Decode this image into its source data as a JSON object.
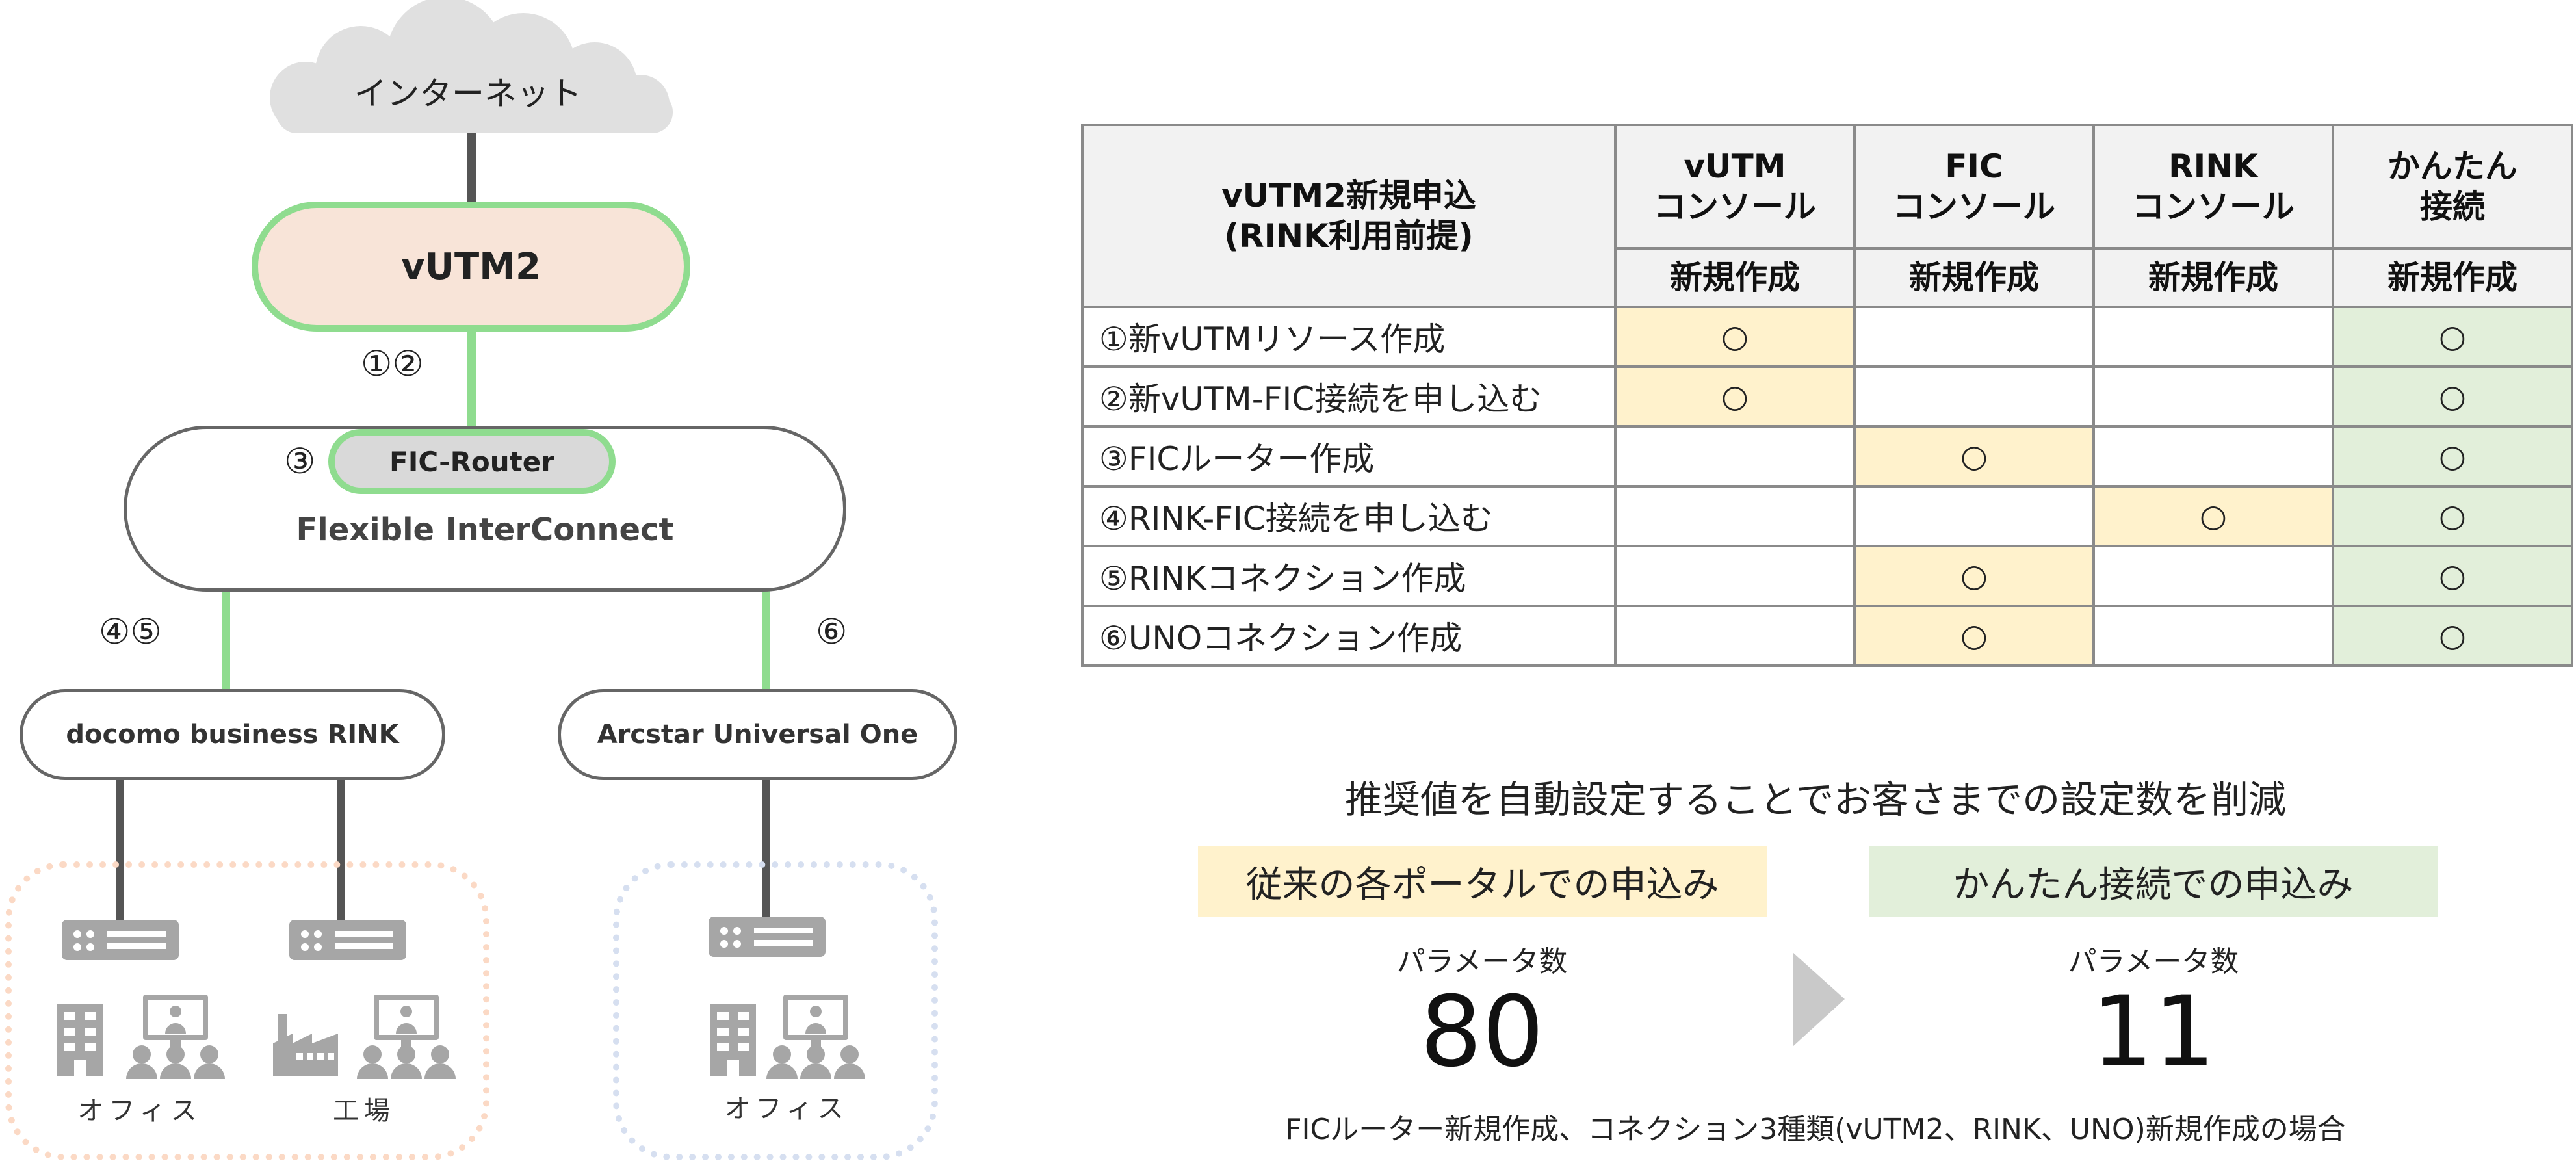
{
  "diagram": {
    "internet_label": "インターネット",
    "vutm2_label": "vUTM2",
    "fic_router_label": "FIC-Router",
    "fic_label": "Flexible InterConnect",
    "rink_label": "docomo business RINK",
    "uno_label": "Arcstar Universal One",
    "steps": {
      "vutm": "①②",
      "router": "③",
      "rink": "④⑤",
      "uno": "⑥"
    },
    "sites": {
      "office_left": "オフィス",
      "factory": "工場",
      "office_right": "オフィス"
    },
    "colors": {
      "green_accent": "#8fdc8f",
      "vutm_fill": "#f8e4d8",
      "router_fill": "#d9d9d9",
      "orange_dash": "#fbd9c5",
      "blue_dash": "#d6dff0",
      "icon_gray": "#a6a6a6"
    }
  },
  "table": {
    "title_lines": [
      "vUTM2新規申込",
      "(RINK利用前提)"
    ],
    "columns": [
      {
        "lines": [
          "vUTM",
          "コンソール"
        ],
        "sub": "新規作成"
      },
      {
        "lines": [
          "FIC",
          "コンソール"
        ],
        "sub": "新規作成"
      },
      {
        "lines": [
          "RINK",
          "コンソール"
        ],
        "sub": "新規作成"
      },
      {
        "lines": [
          "かんたん",
          "接続"
        ],
        "sub": "新規作成"
      }
    ],
    "rows": [
      {
        "label": "①新vUTMリソース作成",
        "cells": [
          "○",
          "",
          "",
          "○"
        ]
      },
      {
        "label": "②新vUTM-FIC接続を申し込む",
        "cells": [
          "○",
          "",
          "",
          "○"
        ]
      },
      {
        "label": "③FICルーター作成",
        "cells": [
          "",
          "○",
          "",
          "○"
        ]
      },
      {
        "label": "④RINK-FIC接続を申し込む",
        "cells": [
          "",
          "",
          "○",
          "○"
        ]
      },
      {
        "label": "⑤RINKコネクション作成",
        "cells": [
          "",
          "○",
          "",
          "○"
        ]
      },
      {
        "label": "⑥UNOコネクション作成",
        "cells": [
          "",
          "○",
          "",
          "○"
        ]
      }
    ],
    "colors": {
      "header_bg": "#f2f2f2",
      "yellow": "#fff2cc",
      "green": "#e2efda",
      "border": "#8a8a8a"
    }
  },
  "summary": {
    "headline": "推奨値を自動設定することでお客さまでの設定数を削減",
    "left_band": "従来の各ポータルでの申込み",
    "right_band": "かんたん接続での申込み",
    "param_label": "パラメータ数",
    "left_value": "80",
    "right_value": "11",
    "note": "FICルーター新規作成、コネクション3種類(vUTM2、RINK、UNO)新規作成の場合"
  }
}
